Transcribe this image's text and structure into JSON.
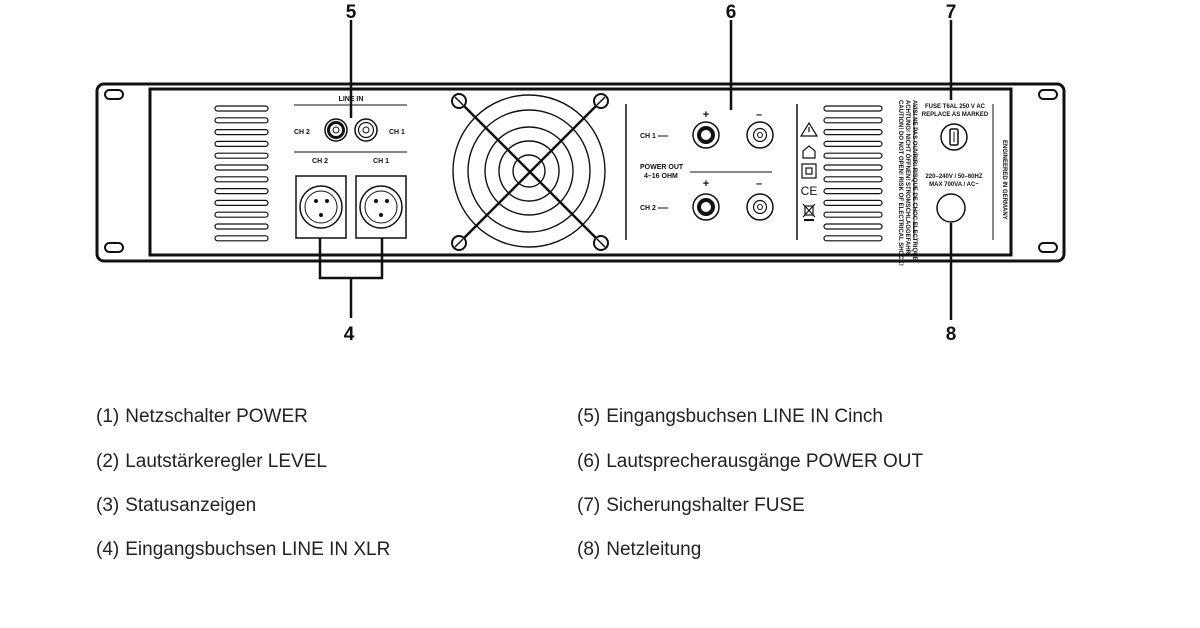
{
  "callouts": {
    "c4": "4",
    "c5": "5",
    "c6": "6",
    "c7": "7",
    "c8": "8"
  },
  "panel": {
    "line_in": "LINE IN",
    "ch2_side": "CH 2",
    "ch1_side": "CH 1",
    "xlr_ch2": "CH 2",
    "xlr_ch1": "CH 1",
    "out_ch1": "CH 1",
    "out_ch2": "CH 2",
    "power_out_1": "POWER OUT",
    "power_out_2": "4–16 OHM",
    "plus": "+",
    "minus": "–",
    "fuse_1": "FUSE T6AL  250 V AC",
    "fuse_2": "REPLACE AS MARKED",
    "volt_1": "220–240V / 50–60HZ",
    "volt_2": "MAX   700VA / AC~",
    "warn_1": "CAUTION! DO NOT OPEN! RISK OF ELECTRICAL SHOCK!",
    "warn_2": "ACHTUNG! NICHT ÖFFNEN! STROMSCHLAGGEFAHR!",
    "warn_3": "AVIS! NE PAS OUVRIR! RISQUE DE CHOC ELECTRIQUE!",
    "engineered": "ENGINEERED IN GERMANY",
    "ce": "CE"
  },
  "legend": {
    "left": [
      {
        "num": "(1)",
        "text": "Netzschalter POWER"
      },
      {
        "num": "(2)",
        "text": "Lautstärkeregler LEVEL"
      },
      {
        "num": "(3)",
        "text": "Statusanzeigen"
      },
      {
        "num": "(4)",
        "text": "Eingangsbuchsen LINE IN XLR"
      }
    ],
    "right": [
      {
        "num": "(5)",
        "text": "Eingangsbuchsen LINE IN Cinch"
      },
      {
        "num": "(6)",
        "text": "Lautsprecherausgänge POWER OUT"
      },
      {
        "num": "(7)",
        "text": "Sicherungshalter FUSE"
      },
      {
        "num": "(8)",
        "text": "Netzleitung"
      }
    ]
  }
}
